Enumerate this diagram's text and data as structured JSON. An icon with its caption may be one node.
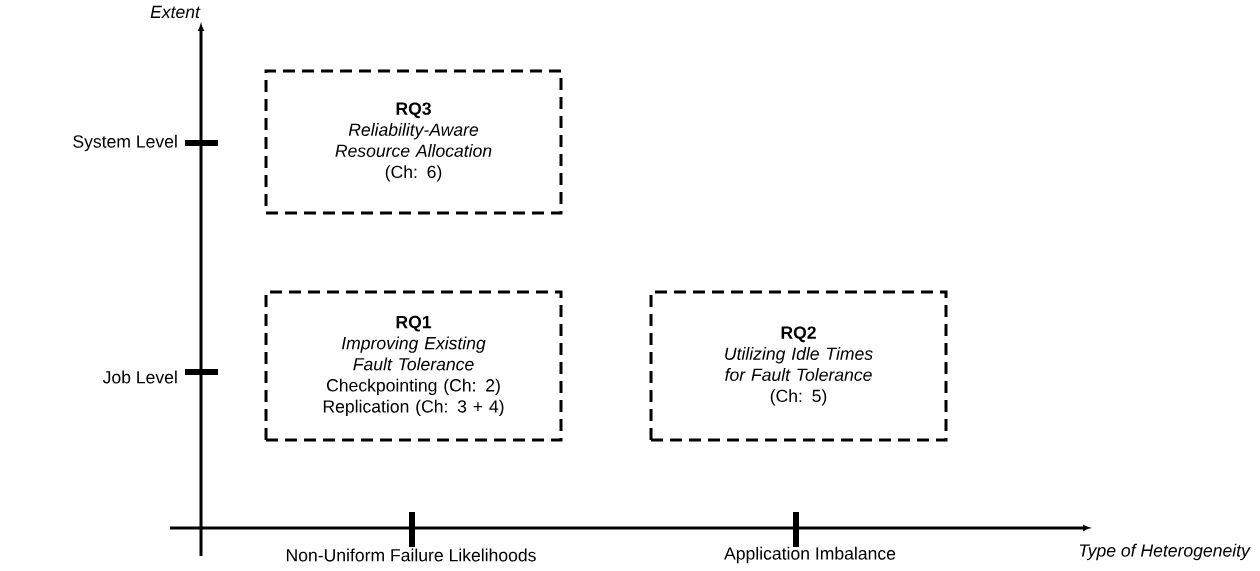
{
  "diagram": {
    "nodes": [
      {
        "text": [
          "RQ3",
          "Reliability-Aware Resource Allocation",
          "(Ch: 6)"
        ]
      },
      {
        "text": [
          "RQ1",
          "Improving Existing Fault Tolerance",
          "Checkpointing (Ch: 2)",
          "Replication (Ch: 3 + 4)"
        ]
      },
      {
        "text": [
          "RQ2",
          "Utilizing Idle Times for Fault Tolerance",
          "(Ch: 5)"
        ]
      }
    ],
    "labels": [
      "Extent",
      "System Level",
      "Job Level",
      "Type of Heterogeneity",
      "Non-Uniform Failure Likelihoods",
      "Application Imbalance"
    ]
  }
}
